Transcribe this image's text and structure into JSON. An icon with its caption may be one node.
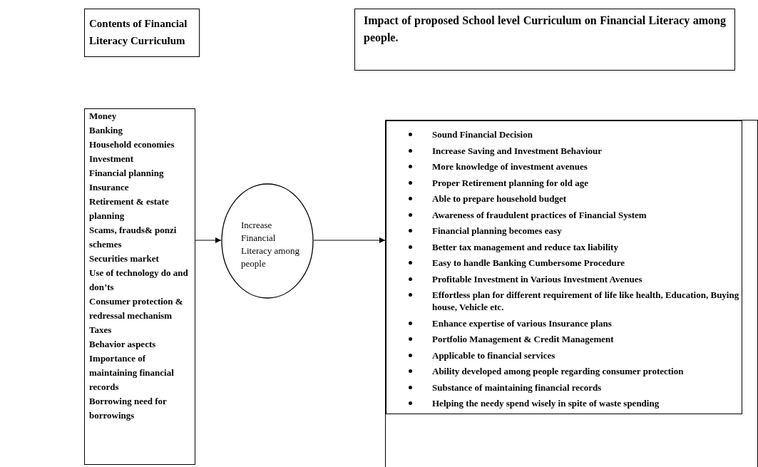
{
  "diagram": {
    "nodes": [
      {
        "text": [
          "Contents of Financial Literacy Curriculum"
        ]
      },
      {
        "text": [
          "Impact of proposed School level Curriculum on Financial Literacy among people."
        ]
      },
      {
        "text": [
          "Money",
          "Banking",
          "Household economies",
          "Investment",
          "Financial planning",
          "Insurance",
          "Retirement & estate planning",
          "Scams, frauds& ponzi schemes",
          "Securities market",
          "Use of technology do and don’ts",
          "Consumer protection & redressal mechanism",
          "Taxes",
          "Behavior aspects",
          "Importance of maintaining financial records",
          "Borrowing need for borrowings"
        ]
      },
      {
        "text": [
          "Increase Financial Literacy among people"
        ]
      },
      {
        "text": [
          "Sound Financial Decision",
          "Increase Saving and Investment Behaviour",
          "More knowledge of investment avenues",
          "Proper Retirement planning for old age",
          "Able to prepare household budget",
          "Awareness of fraudulent practices of Financial System",
          "Financial planning becomes easy",
          "Better tax management and reduce tax liability",
          "Easy to handle Banking Cumbersome Procedure",
          "Profitable Investment in Various Investment Avenues",
          "Effortless plan for different requirement of life like health, Education, Buying house, Vehicle etc.",
          "Enhance expertise of various Insurance plans",
          "Portfolio Management & Credit Management",
          "Applicable to financial services",
          "Ability developed among people regarding consumer protection",
          "Substance of maintaining financial records",
          "Helping the needy spend wisely in spite of waste spending"
        ]
      }
    ],
    "edges": [
      {
        "from": 2,
        "to": 3,
        "arrow": "to"
      },
      {
        "from": 3,
        "to": 4,
        "arrow": "to"
      }
    ]
  }
}
